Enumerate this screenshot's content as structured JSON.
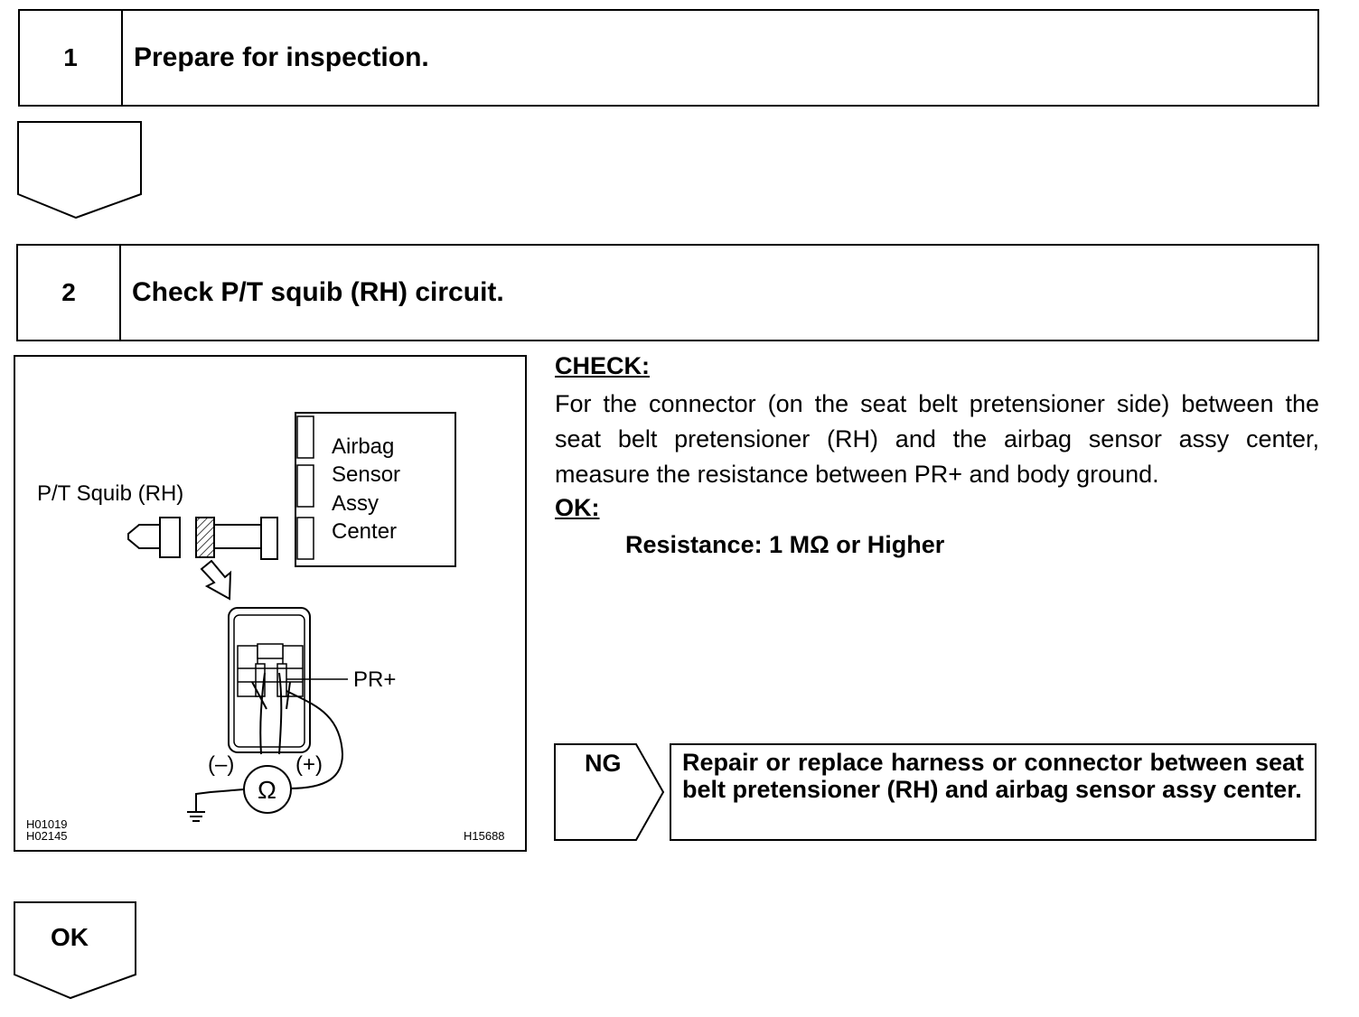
{
  "step1": {
    "number": "1",
    "title": "Prepare for inspection."
  },
  "step2": {
    "number": "2",
    "title": "Check P/T squib (RH) circuit."
  },
  "figure": {
    "pt_squib_label": "P/T Squib (RH)",
    "ecu_label_lines": [
      "Airbag",
      "Sensor",
      "Assy",
      "Center"
    ],
    "pr_plus_label": "PR+",
    "minus_label": "(–)",
    "plus_label": "(+)",
    "ohm_symbol": "Ω",
    "code_left_1": "H01019",
    "code_left_2": "H02145",
    "code_right": "H15688"
  },
  "check": {
    "heading": "CHECK:",
    "body": "For the connector (on the seat belt pretensioner side) between the seat belt pretensioner (RH) and the airbag sensor assy center, measure the resistance between PR+ and body ground.",
    "ok_heading": "OK:",
    "resistance": "Resistance: 1 MΩ or Higher"
  },
  "ng": {
    "label": "NG",
    "action": "Repair or replace harness or connector between seat belt pretensioner (RH) and airbag sensor assy center."
  },
  "ok_flow": {
    "label": "OK"
  }
}
